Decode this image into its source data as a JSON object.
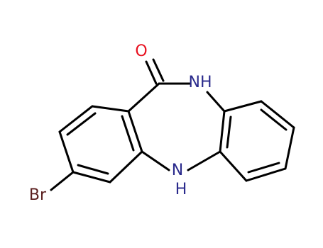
{
  "molecule": {
    "atoms": {
      "oxygen": {
        "symbol": "O",
        "color": "#e8101f"
      },
      "nh_top": {
        "symbol": "NH",
        "color": "#2a2a8c"
      },
      "nh_bottom_n": {
        "symbol": "N",
        "color": "#2a2a8c"
      },
      "nh_bottom_h": {
        "symbol": "H",
        "color": "#2a2a8c"
      },
      "bromine": {
        "symbol": "Br",
        "color": "#5a1f1f"
      }
    },
    "bond_color": "#000000"
  }
}
